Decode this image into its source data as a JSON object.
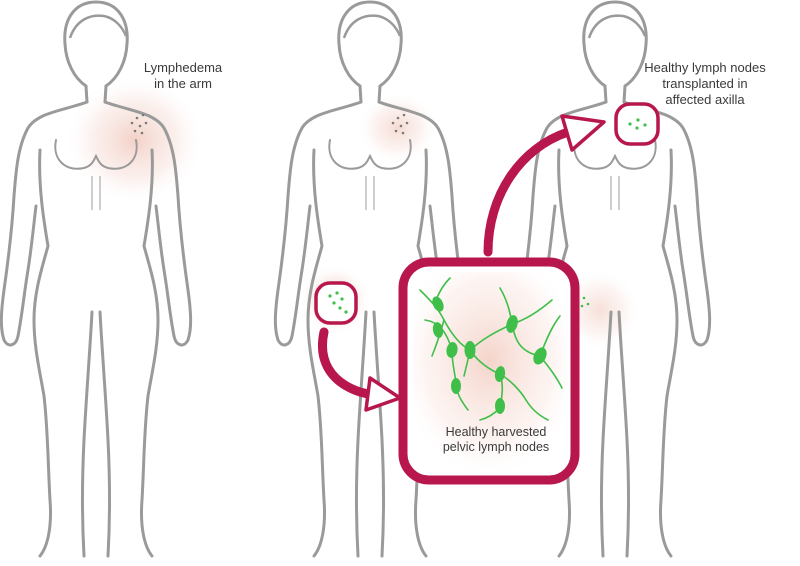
{
  "colors": {
    "outline": "#9a9a9a",
    "accent": "#b8174d",
    "node_green": "#3fbf4a",
    "glow": "#f3d7cf",
    "text": "#3a3a3a"
  },
  "labels": {
    "lymphedema": [
      "Lymphedema",
      "in the arm"
    ],
    "transplanted": [
      "Healthy lymph nodes",
      "transplanted in",
      "affected axilla"
    ],
    "harvested": [
      "Healthy harvested",
      "pelvic lymph nodes"
    ]
  },
  "figures": [
    {
      "name": "figure-lymphedema"
    },
    {
      "name": "figure-harvest"
    },
    {
      "name": "figure-transplant"
    }
  ],
  "icons": {
    "arrow_harvest": "curved-arrow-icon",
    "arrow_transplant": "curved-arrow-icon",
    "magnifier": "zoom-box-icon"
  }
}
